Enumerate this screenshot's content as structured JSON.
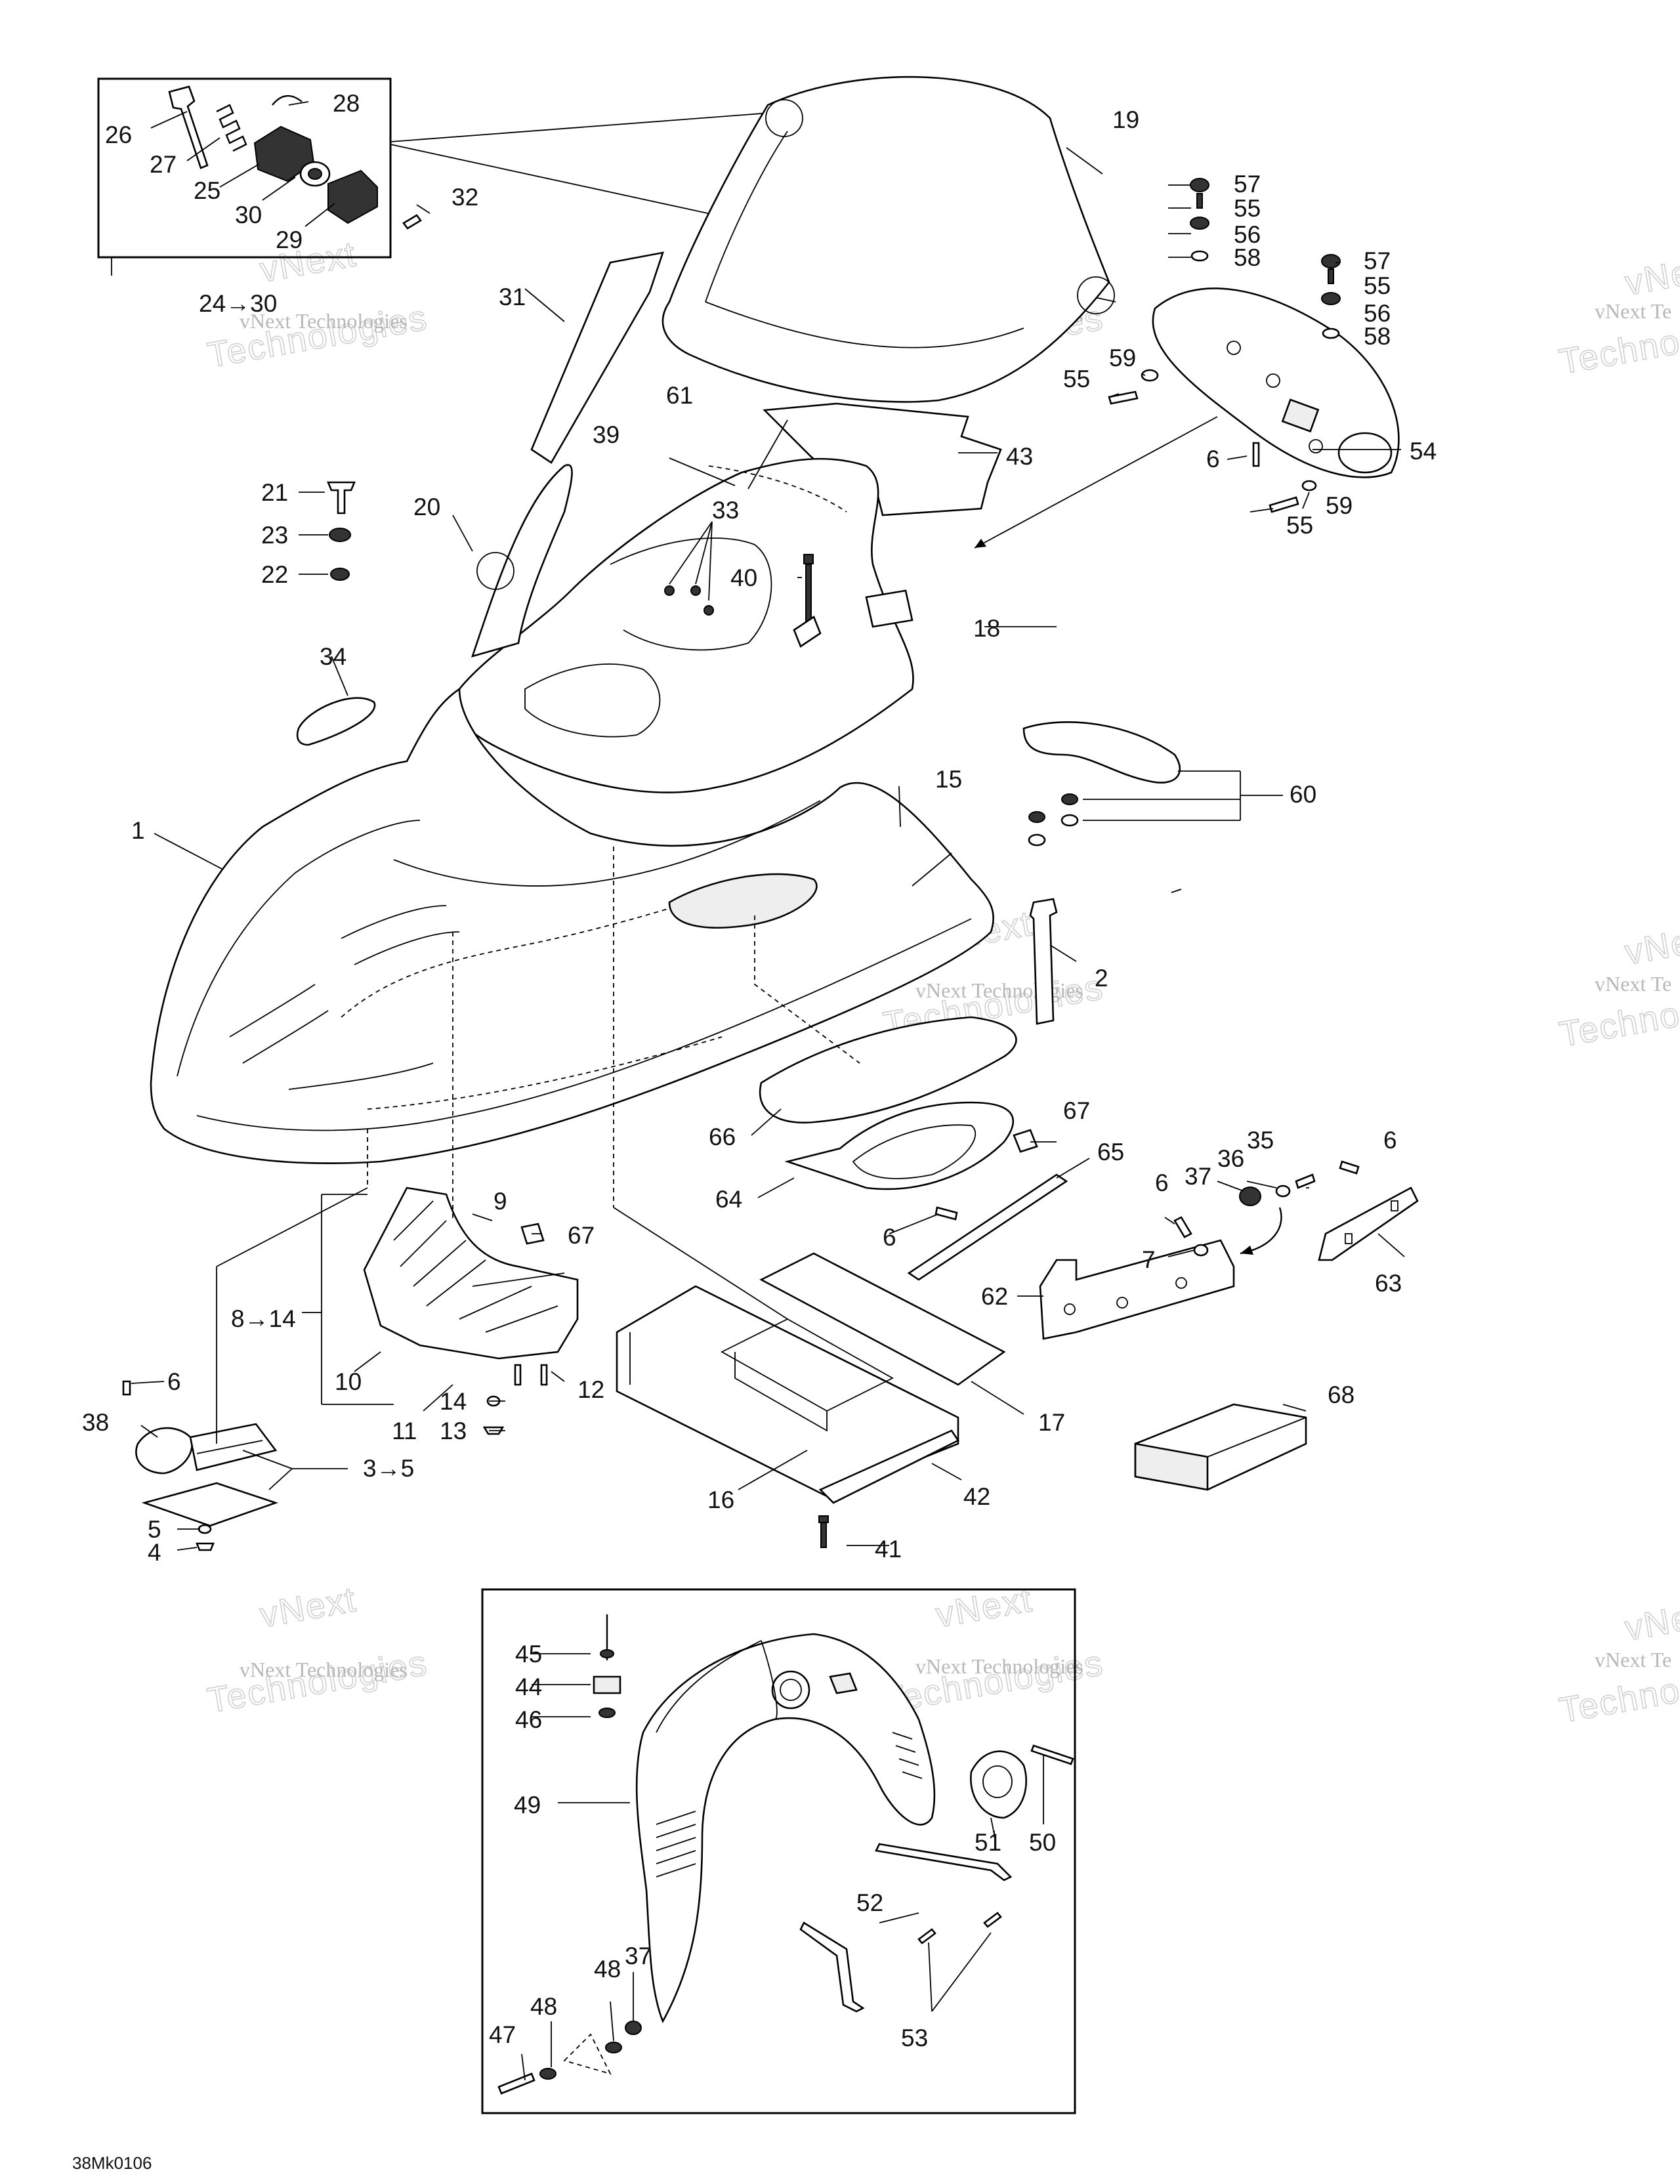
{
  "watermark": {
    "line1": "vNext Technologies",
    "line2": "Technologies",
    "line2_partial_top": "vNext",
    "edge_line1": "vNext Te",
    "edge_line2": "Techno",
    "edge_top": "vNe"
  },
  "diagram_code": "38Mk0106",
  "callouts": {
    "c1": "1",
    "c2": "2",
    "c3_5": "3→5",
    "c4": "4",
    "c5": "5",
    "c6a": "6",
    "c6b": "6",
    "c6c": "6",
    "c6d": "6",
    "c6e": "6",
    "c7": "7",
    "c8_14": "8→14",
    "c9": "9",
    "c10": "10",
    "c11": "11",
    "c12": "12",
    "c13": "13",
    "c14": "14",
    "c15": "15",
    "c16": "16",
    "c17": "17",
    "c18": "18",
    "c19": "19",
    "c20": "20",
    "c21": "21",
    "c22": "22",
    "c23": "23",
    "c24_30": "24→30",
    "c25": "25",
    "c26": "26",
    "c27": "27",
    "c28": "28",
    "c29": "29",
    "c30": "30",
    "c31": "31",
    "c32": "32",
    "c33": "33",
    "c34": "34",
    "c35": "35",
    "c36": "36",
    "c37a": "37",
    "c37b": "37",
    "c38": "38",
    "c39": "39",
    "c40": "40",
    "c41": "41",
    "c42": "42",
    "c43": "43",
    "c44": "44",
    "c45": "45",
    "c46": "46",
    "c47": "47",
    "c48a": "48",
    "c48b": "48",
    "c49": "49",
    "c50": "50",
    "c51": "51",
    "c52": "52",
    "c53": "53",
    "c54": "54",
    "c55a": "55",
    "c55b": "55",
    "c55c": "55",
    "c55d": "55",
    "c56a": "56",
    "c56b": "56",
    "c57a": "57",
    "c57b": "57",
    "c58a": "58",
    "c58b": "58",
    "c59a": "59",
    "c59b": "59",
    "c60": "60",
    "c61": "61",
    "c62": "62",
    "c63": "63",
    "c64": "64",
    "c65": "65",
    "c66": "66",
    "c67a": "67",
    "c67b": "67",
    "c68": "68"
  }
}
